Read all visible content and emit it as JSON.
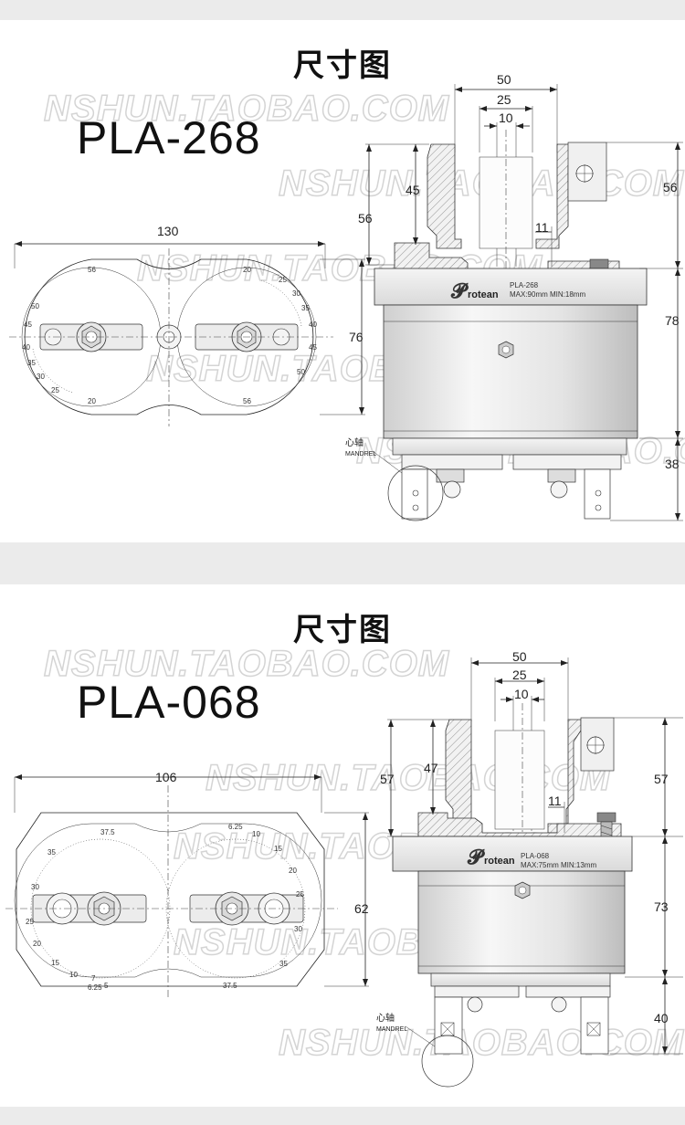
{
  "sections": [
    {
      "heading": "尺寸图",
      "model": "PLA-268",
      "watermark": "NSHUN.TAOBAO.COM",
      "top_view": {
        "width_dim": "130",
        "height_dim": "76",
        "left_scale": [
          "56",
          "50",
          "45",
          "40",
          "35",
          "30",
          "25",
          "20"
        ],
        "right_scale": [
          "20",
          "25",
          "30",
          "35",
          "40",
          "45",
          "50",
          "56"
        ]
      },
      "side_view": {
        "dim_50": "50",
        "dim_25": "25",
        "dim_10": "10",
        "dim_45": "45",
        "dim_56_left": "56",
        "dim_56_right": "56",
        "dim_11": "11",
        "dim_78": "78",
        "dim_38": "38",
        "brand": "rotean",
        "label_model": "PLA-268",
        "label_range": "MAX:90mm MIN:18mm",
        "mandrel_cn": "心轴",
        "mandrel_en": "MANDREL"
      }
    },
    {
      "heading": "尺寸图",
      "model": "PLA-068",
      "watermark": "NSHUN.TAOBAO.COM",
      "top_view": {
        "width_dim": "106",
        "height_dim": "62",
        "left_scale": [
          "37.5",
          "35",
          "30",
          "25",
          "20",
          "15",
          "10",
          "7",
          "6.25",
          "5"
        ],
        "right_scale": [
          "6.25",
          "10",
          "15",
          "20",
          "25",
          "30",
          "35",
          "37.5"
        ]
      },
      "side_view": {
        "dim_50": "50",
        "dim_25": "25",
        "dim_10": "10",
        "dim_47": "47",
        "dim_57_left": "57",
        "dim_57_right": "57",
        "dim_11": "11",
        "dim_73": "73",
        "dim_40": "40",
        "brand": "rotean",
        "label_model": "PLA-068",
        "label_range": "MAX:75mm MIN:13mm",
        "mandrel_cn": "心轴",
        "mandrel_en": "MANDREL"
      }
    }
  ]
}
